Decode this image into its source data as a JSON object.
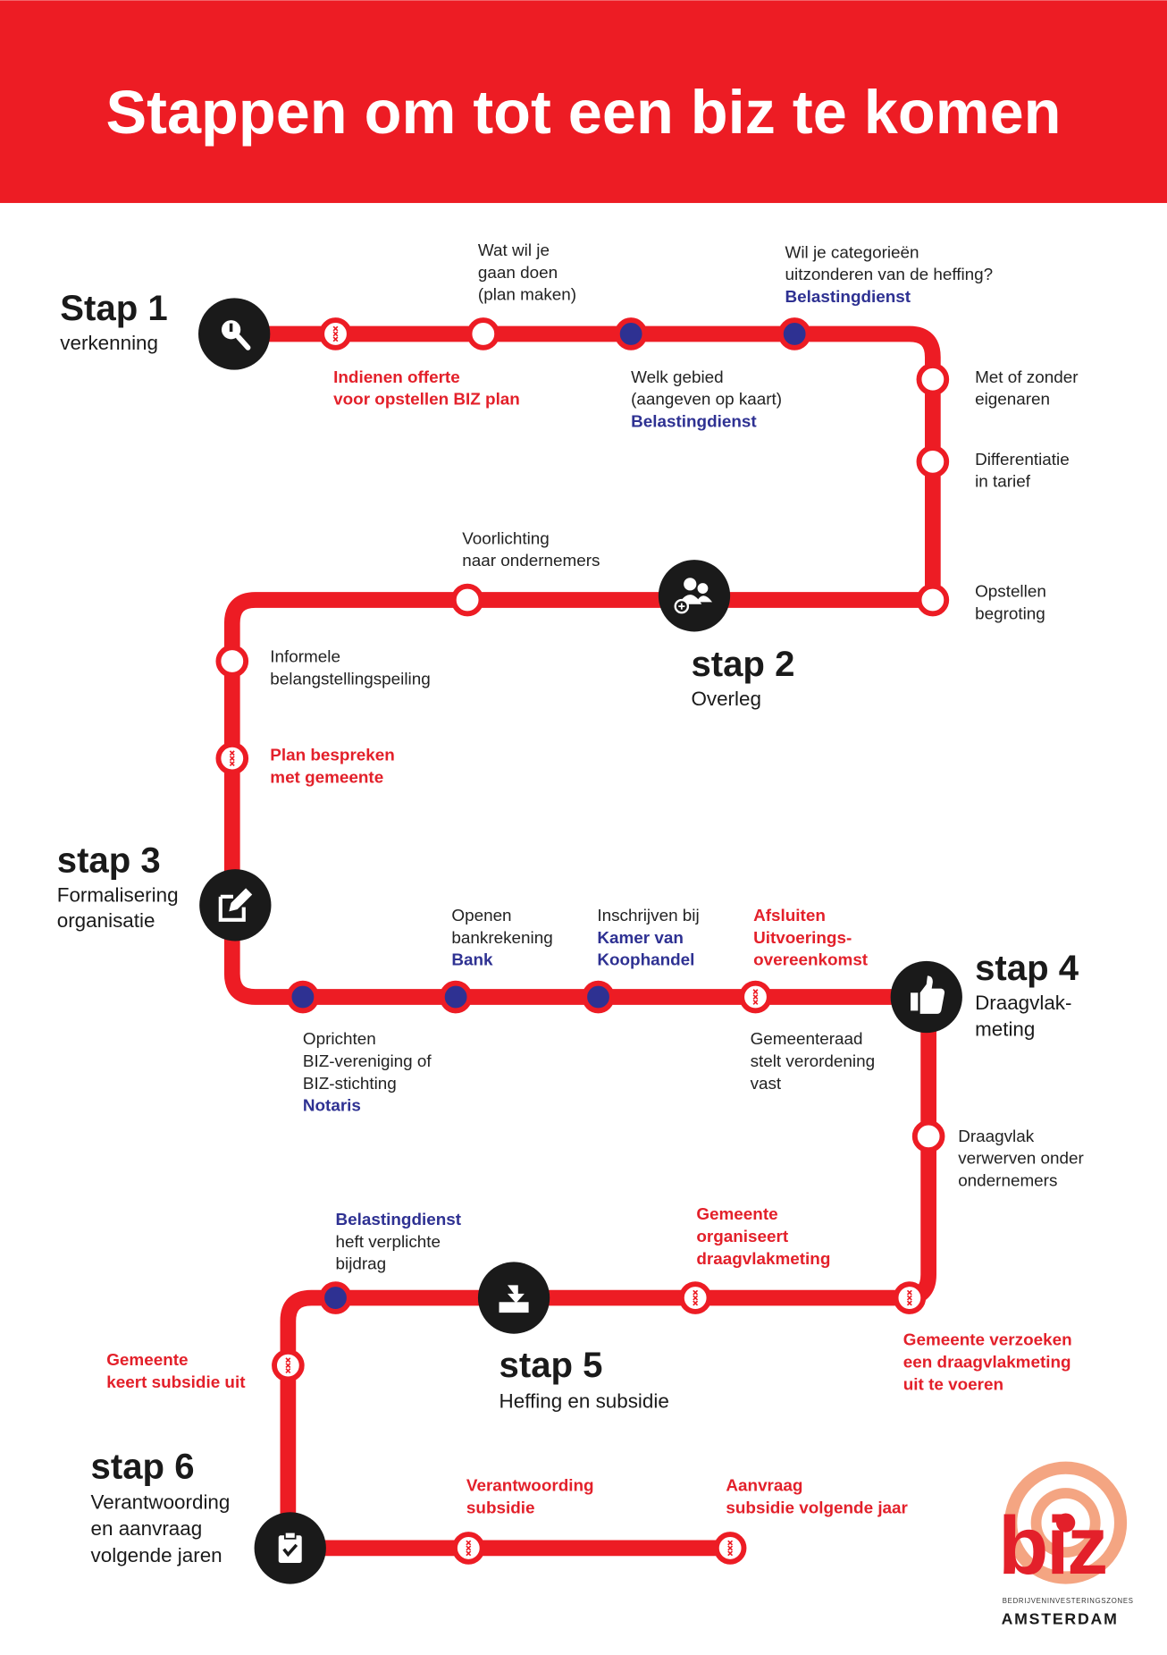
{
  "header": {
    "title": "Stappen om tot een biz te komen"
  },
  "colors": {
    "red": "#ED1C24",
    "blue": "#2E3192",
    "dark": "#1A1A1A",
    "peach": "#F4A582"
  },
  "steps": [
    {
      "id": "stap1",
      "title": "Stap 1",
      "sub": [
        "verkenning"
      ],
      "icon": "search-icon"
    },
    {
      "id": "stap2",
      "title": "stap 2",
      "sub": [
        "Overleg"
      ],
      "icon": "people-icon"
    },
    {
      "id": "stap3",
      "title": "stap 3",
      "sub": [
        "Formalisering",
        "organisatie"
      ],
      "icon": "edit-icon"
    },
    {
      "id": "stap4",
      "title": "stap 4",
      "sub": [
        "Draagvlak-",
        "meting"
      ],
      "icon": "thumbs-up-icon"
    },
    {
      "id": "stap5",
      "title": "stap 5",
      "sub": [
        "Heffing en subsidie"
      ],
      "icon": "download-tray-icon"
    },
    {
      "id": "stap6",
      "title": "stap 6",
      "sub": [
        "Verantwoording",
        "en aanvraag",
        "volgende jaren"
      ],
      "icon": "clipboard-check-icon"
    }
  ],
  "labels": [
    {
      "id": "wat-wil-je",
      "lines": [
        {
          "t": "Wat wil je"
        },
        {
          "t": "gaan doen"
        },
        {
          "t": "(plan maken)"
        }
      ]
    },
    {
      "id": "categorieen",
      "lines": [
        {
          "t": "Wil je categorieën"
        },
        {
          "t": "uitzonderen van de heffing?"
        },
        {
          "t": "Belastingdienst",
          "c": "blue"
        }
      ]
    },
    {
      "id": "indienen-offerte",
      "lines": [
        {
          "t": "Indienen offerte",
          "c": "red"
        },
        {
          "t": "voor opstellen BIZ plan",
          "c": "red"
        }
      ]
    },
    {
      "id": "welk-gebied",
      "lines": [
        {
          "t": "Welk gebied"
        },
        {
          "t": "(aangeven op kaart)"
        },
        {
          "t": "Belastingdienst",
          "c": "blue"
        }
      ]
    },
    {
      "id": "met-of-zonder",
      "lines": [
        {
          "t": "Met of zonder"
        },
        {
          "t": "eigenaren"
        }
      ]
    },
    {
      "id": "differentiatie",
      "lines": [
        {
          "t": "Differentiatie"
        },
        {
          "t": "in tarief"
        }
      ]
    },
    {
      "id": "voorlichting",
      "lines": [
        {
          "t": "Voorlichting"
        },
        {
          "t": "naar ondernemers"
        }
      ]
    },
    {
      "id": "opstellen-begroting",
      "lines": [
        {
          "t": "Opstellen"
        },
        {
          "t": "begroting"
        }
      ]
    },
    {
      "id": "informele",
      "lines": [
        {
          "t": "Informele"
        },
        {
          "t": "belangstellingspeiling"
        }
      ]
    },
    {
      "id": "plan-bespreken",
      "lines": [
        {
          "t": "Plan bespreken",
          "c": "red"
        },
        {
          "t": "met gemeente",
          "c": "red"
        }
      ]
    },
    {
      "id": "bankrekening",
      "lines": [
        {
          "t": "Openen"
        },
        {
          "t": "bankrekening"
        },
        {
          "t": "Bank",
          "c": "blue"
        }
      ]
    },
    {
      "id": "kvk",
      "lines": [
        {
          "t": "Inschrijven bij"
        },
        {
          "t": "Kamer van",
          "c": "blue"
        },
        {
          "t": "Koophandel",
          "c": "blue"
        }
      ]
    },
    {
      "id": "uitvoeringsovereenkomst",
      "lines": [
        {
          "t": "Afsluiten",
          "c": "red"
        },
        {
          "t": "Uitvoerings-",
          "c": "red"
        },
        {
          "t": "overeenkomst",
          "c": "red"
        }
      ]
    },
    {
      "id": "oprichten",
      "lines": [
        {
          "t": "Oprichten"
        },
        {
          "t": "BIZ-vereniging of"
        },
        {
          "t": "BIZ-stichting"
        },
        {
          "t": "Notaris",
          "c": "blue"
        }
      ]
    },
    {
      "id": "gemeenteraad",
      "lines": [
        {
          "t": "Gemeenteraad"
        },
        {
          "t": "stelt verordening"
        },
        {
          "t": "vast"
        }
      ]
    },
    {
      "id": "draagvlak-verwerven",
      "lines": [
        {
          "t": "Draagvlak"
        },
        {
          "t": "verwerven onder"
        },
        {
          "t": "ondernemers"
        }
      ]
    },
    {
      "id": "belastingdienst-heft",
      "lines": [
        {
          "t": "Belastingdienst",
          "c": "blue"
        },
        {
          "t": "heft verplichte"
        },
        {
          "t": "bijdrag"
        }
      ]
    },
    {
      "id": "gemeente-organiseert",
      "lines": [
        {
          "t": "Gemeente",
          "c": "red"
        },
        {
          "t": "organiseert",
          "c": "red"
        },
        {
          "t": "draagvlakmeting",
          "c": "red"
        }
      ]
    },
    {
      "id": "gemeente-verzoeken",
      "lines": [
        {
          "t": "Gemeente verzoeken",
          "c": "red"
        },
        {
          "t": "een draagvlakmeting",
          "c": "red"
        },
        {
          "t": "uit te voeren",
          "c": "red"
        }
      ]
    },
    {
      "id": "keert-subsidie",
      "lines": [
        {
          "t": "Gemeente",
          "c": "red"
        },
        {
          "t": "keert subsidie uit",
          "c": "red"
        }
      ]
    },
    {
      "id": "verantwoording-subsidie",
      "lines": [
        {
          "t": "Verantwoording",
          "c": "red"
        },
        {
          "t": "subsidie",
          "c": "red"
        }
      ]
    },
    {
      "id": "aanvraag-subsidie",
      "lines": [
        {
          "t": "Aanvraag",
          "c": "red"
        },
        {
          "t": "subsidie volgende jaar",
          "c": "red"
        }
      ]
    }
  ],
  "stations": [
    "gemeente",
    "open",
    "blue",
    "blue",
    "open",
    "open",
    "open",
    "open",
    "open",
    "gemeente",
    "blue",
    "blue",
    "blue",
    "gemeente",
    "open",
    "gemeente",
    "gemeente",
    "blue",
    "gemeente",
    "gemeente",
    "gemeente"
  ],
  "logo": {
    "word": "biz",
    "tagline": "BEDRIJVENINVESTERINGSZONES",
    "city": "AMSTERDAM"
  }
}
